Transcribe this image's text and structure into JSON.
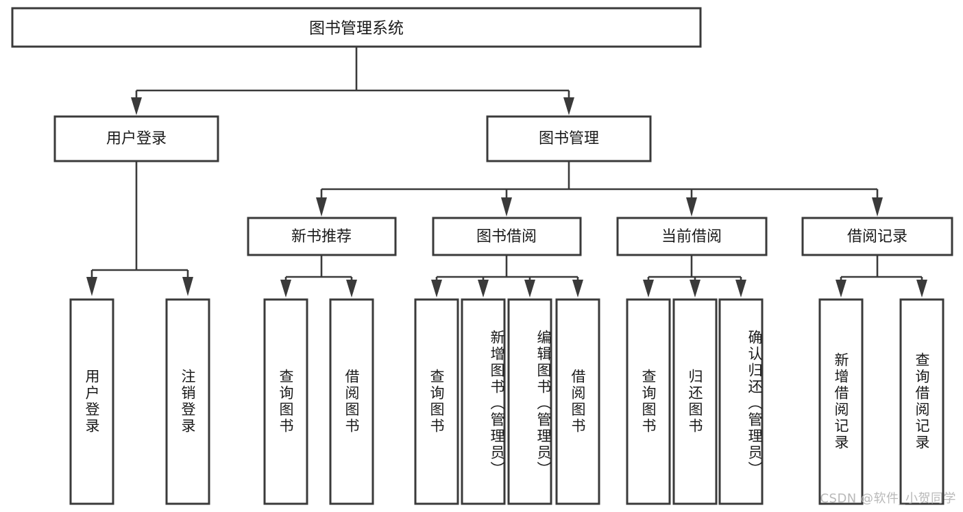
{
  "diagram": {
    "title": "图书管理系统",
    "type": "tree-hierarchy",
    "orientation": "top-down",
    "colors": {
      "box_stroke": "#3a3a3a",
      "box_fill": "#ffffff",
      "connector": "#3a3a3a",
      "text": "#1a1a1a",
      "watermark": "#b9b9b9",
      "background": "#ffffff"
    },
    "root": {
      "label": "图书管理系统"
    },
    "level2": [
      {
        "label": "用户登录"
      },
      {
        "label": "图书管理"
      }
    ],
    "level3": [
      {
        "label": "新书推荐"
      },
      {
        "label": "图书借阅"
      },
      {
        "label": "当前借阅"
      },
      {
        "label": "借阅记录"
      }
    ],
    "leaves": {
      "user_login": [
        {
          "label": "用户登录"
        },
        {
          "label": "注销登录"
        }
      ],
      "new_book_recommend": [
        {
          "label": "查询图书"
        },
        {
          "label": "借阅图书"
        }
      ],
      "book_borrow": [
        {
          "label": "查询图书"
        },
        {
          "label": "新增图书（管理员）"
        },
        {
          "label": "编辑图书（管理员）"
        },
        {
          "label": "借阅图书"
        }
      ],
      "current_borrow": [
        {
          "label": "查询图书"
        },
        {
          "label": "归还图书"
        },
        {
          "label": "确认归还（管理员）"
        }
      ],
      "borrow_record": [
        {
          "label": "新增借阅记录"
        },
        {
          "label": "查询借阅记录"
        }
      ]
    },
    "watermark": "CSDN @软件_小贺同学"
  }
}
